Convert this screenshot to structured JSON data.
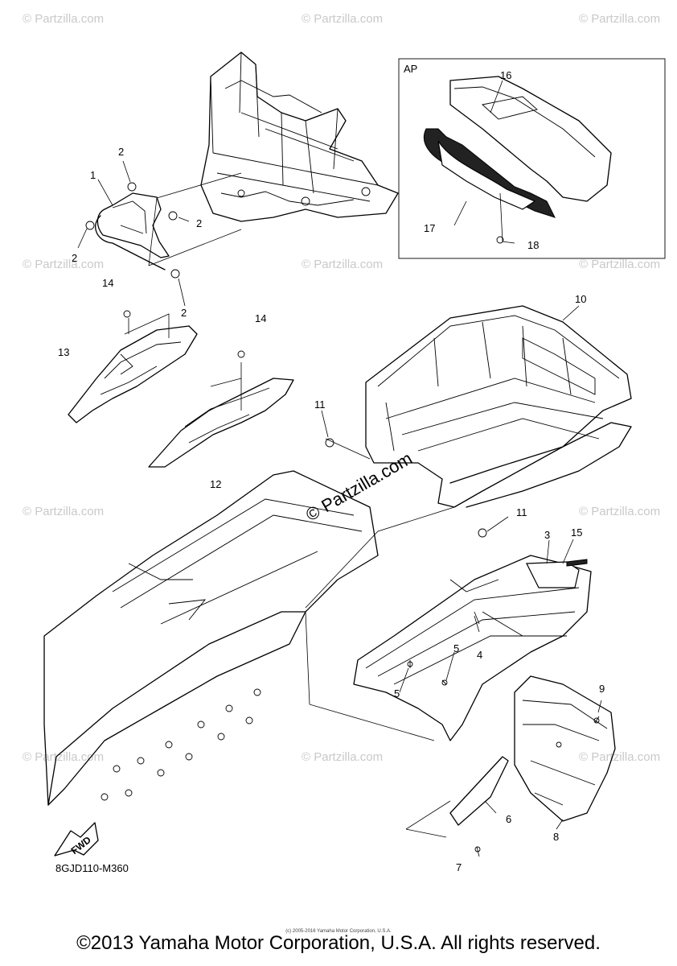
{
  "diagram": {
    "inset_label": "AP",
    "fwd_label": "FWD",
    "diagram_code": "8GJD110-M360",
    "watermark": "© Partzilla.com",
    "center_watermark": "© Partzilla.com",
    "small_copyright": "(c) 2005-2016 Yamaha Motor Corporation, U.S.A.",
    "copyright": "©2013 Yamaha Motor Corporation, U.S.A. All rights reserved.",
    "callouts": {
      "c1": "1",
      "c2a": "2",
      "c2b": "2",
      "c2c": "2",
      "c2d": "2",
      "c3": "3",
      "c4": "4",
      "c5a": "5",
      "c5b": "5",
      "c6": "6",
      "c7": "7",
      "c8": "8",
      "c9": "9",
      "c10": "10",
      "c11a": "11",
      "c11b": "11",
      "c12": "12",
      "c13": "13",
      "c14a": "14",
      "c14b": "14",
      "c15": "15",
      "c16": "16",
      "c17": "17",
      "c18": "18"
    }
  }
}
